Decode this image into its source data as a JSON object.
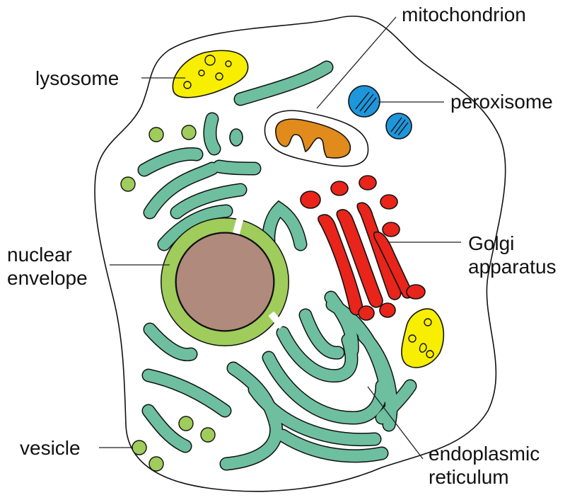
{
  "labels": {
    "mitochondrion": "mitochondrion",
    "lysosome": "lysosome",
    "peroxisome": "peroxisome",
    "nuclear_envelope": [
      "nuclear",
      "envelope"
    ],
    "golgi": [
      "Golgi",
      "apparatus"
    ],
    "vesicle": "vesicle",
    "er": [
      "endoplasmic",
      "reticulum"
    ]
  },
  "colors": {
    "cytoplasm": "#ffffff",
    "er": "#6dbf9f",
    "nucleus": "#b08a7c",
    "nuclear_envelope": "#9fcc5b",
    "golgi": "#e8241b",
    "lysosome": "#f7ee00",
    "peroxisome": "#1e96dc",
    "mitochondrion": "#e08b1b",
    "vesicle": "#9fcc5b",
    "outline": "#111111"
  }
}
